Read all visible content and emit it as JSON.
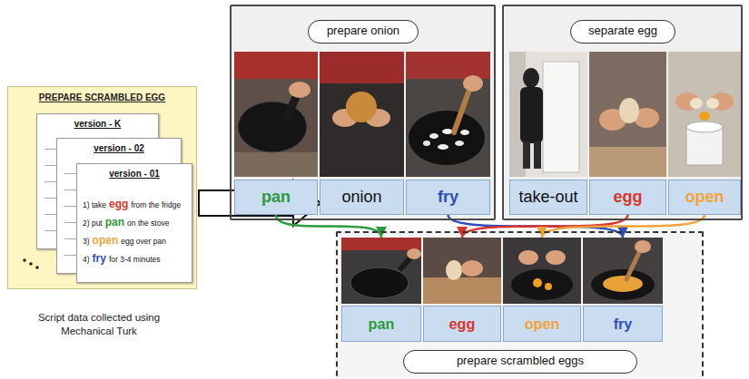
{
  "diagram": {
    "nodes": [
      {
        "text": [
          "PREPARE SCRAMBLED EGG"
        ]
      },
      {
        "text": [
          "version - K"
        ],
        "in": 0
      },
      {
        "text": [
          "version - 02"
        ],
        "in": 0
      },
      {
        "text": [
          "version - 01",
          "1) take",
          "egg",
          "from the fridge",
          "2) put",
          "pan",
          "on the stove",
          "3)",
          "open",
          "egg over pan",
          "4)",
          "fry",
          "for 3-4 minutes"
        ],
        "in": 0
      },
      {
        "text": [
          "prepare onion"
        ]
      },
      {
        "text": [
          "pan"
        ],
        "in": 4
      },
      {
        "text": [
          "onion"
        ],
        "in": 4
      },
      {
        "text": [
          "fry"
        ],
        "in": 4
      },
      {
        "text": [
          "separate egg"
        ]
      },
      {
        "text": [
          "take-out"
        ],
        "in": 8
      },
      {
        "text": [
          "egg"
        ],
        "in": 8
      },
      {
        "text": [
          "open"
        ],
        "in": 8
      },
      {
        "text": [
          "prepare scrambled eggs"
        ]
      },
      {
        "text": [
          "pan"
        ],
        "in": 12
      },
      {
        "text": [
          "egg"
        ],
        "in": 12
      },
      {
        "text": [
          "open"
        ],
        "in": 12
      },
      {
        "text": [
          "fry"
        ],
        "in": 12
      }
    ],
    "edges": [
      {
        "from": 5,
        "to": 13,
        "arrow": "to"
      },
      {
        "from": 7,
        "to": 16,
        "arrow": "to"
      },
      {
        "from": 10,
        "to": 14,
        "arrow": "to"
      },
      {
        "from": 11,
        "to": 15,
        "arrow": "to"
      }
    ],
    "labels": [
      "Script data collected using Mechanical Turk"
    ]
  }
}
